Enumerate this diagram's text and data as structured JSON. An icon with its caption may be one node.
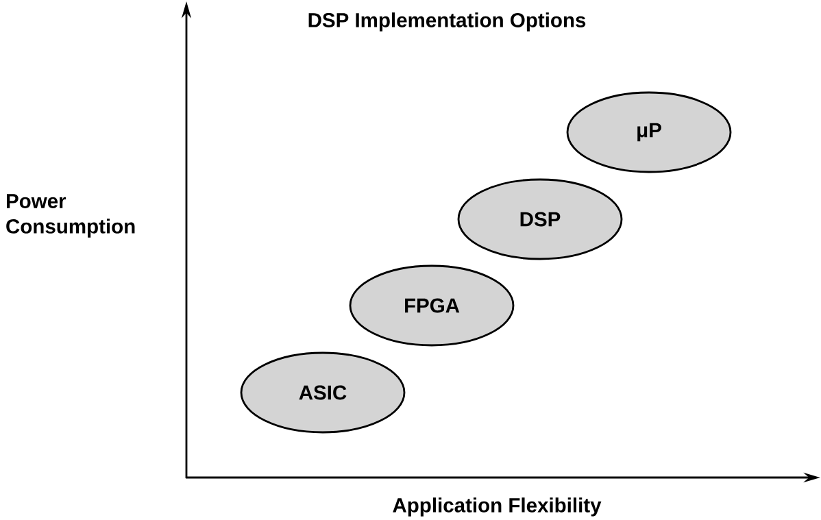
{
  "diagram": {
    "title": "DSP Implementation Options",
    "nodes": [
      {
        "text": [
          "μP"
        ]
      },
      {
        "text": [
          "DSP"
        ]
      },
      {
        "text": [
          "FPGA"
        ]
      },
      {
        "text": [
          "ASIC"
        ]
      }
    ],
    "labels": [
      "Power Consumption",
      "Application Flexibility"
    ]
  }
}
